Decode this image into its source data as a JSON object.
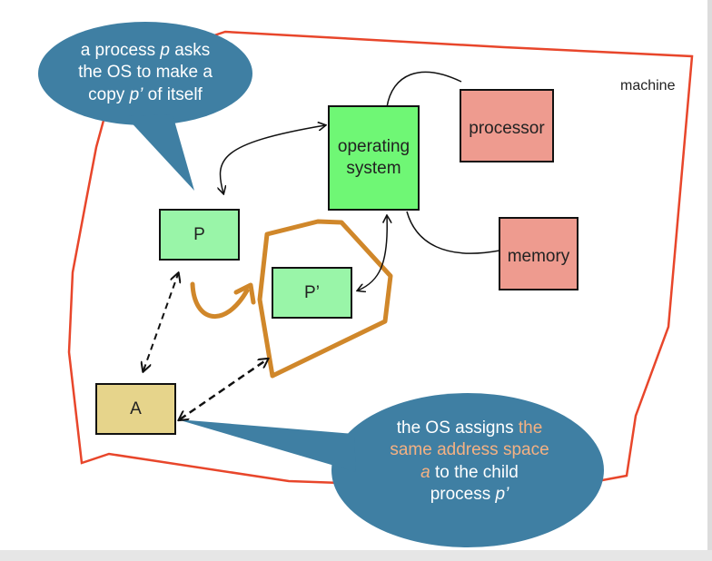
{
  "machine_label": "machine",
  "nodes": {
    "os": {
      "line1": "operating",
      "line2": "system"
    },
    "processor": "processor",
    "memory": "memory",
    "parent": "P",
    "child": "P’",
    "address_space": "A"
  },
  "bubbles": {
    "top": {
      "l1": "a process ",
      "l1i": "p",
      "l1b": " asks",
      "l2": "the OS to make a",
      "l3": "copy ",
      "l3i": "p’",
      "l3b": " of itself"
    },
    "bottom": {
      "l1a": "the OS assigns ",
      "l1b": "the",
      "l2": "same address space",
      "l3i": "a",
      "l3b": " to the child",
      "l4": "process ",
      "l4i": "p’"
    }
  },
  "colors": {
    "machine_outline": "#e8462b",
    "bubble": "#3f7fa3",
    "child_outline": "#d0872a",
    "highlight": "#f4b183"
  }
}
